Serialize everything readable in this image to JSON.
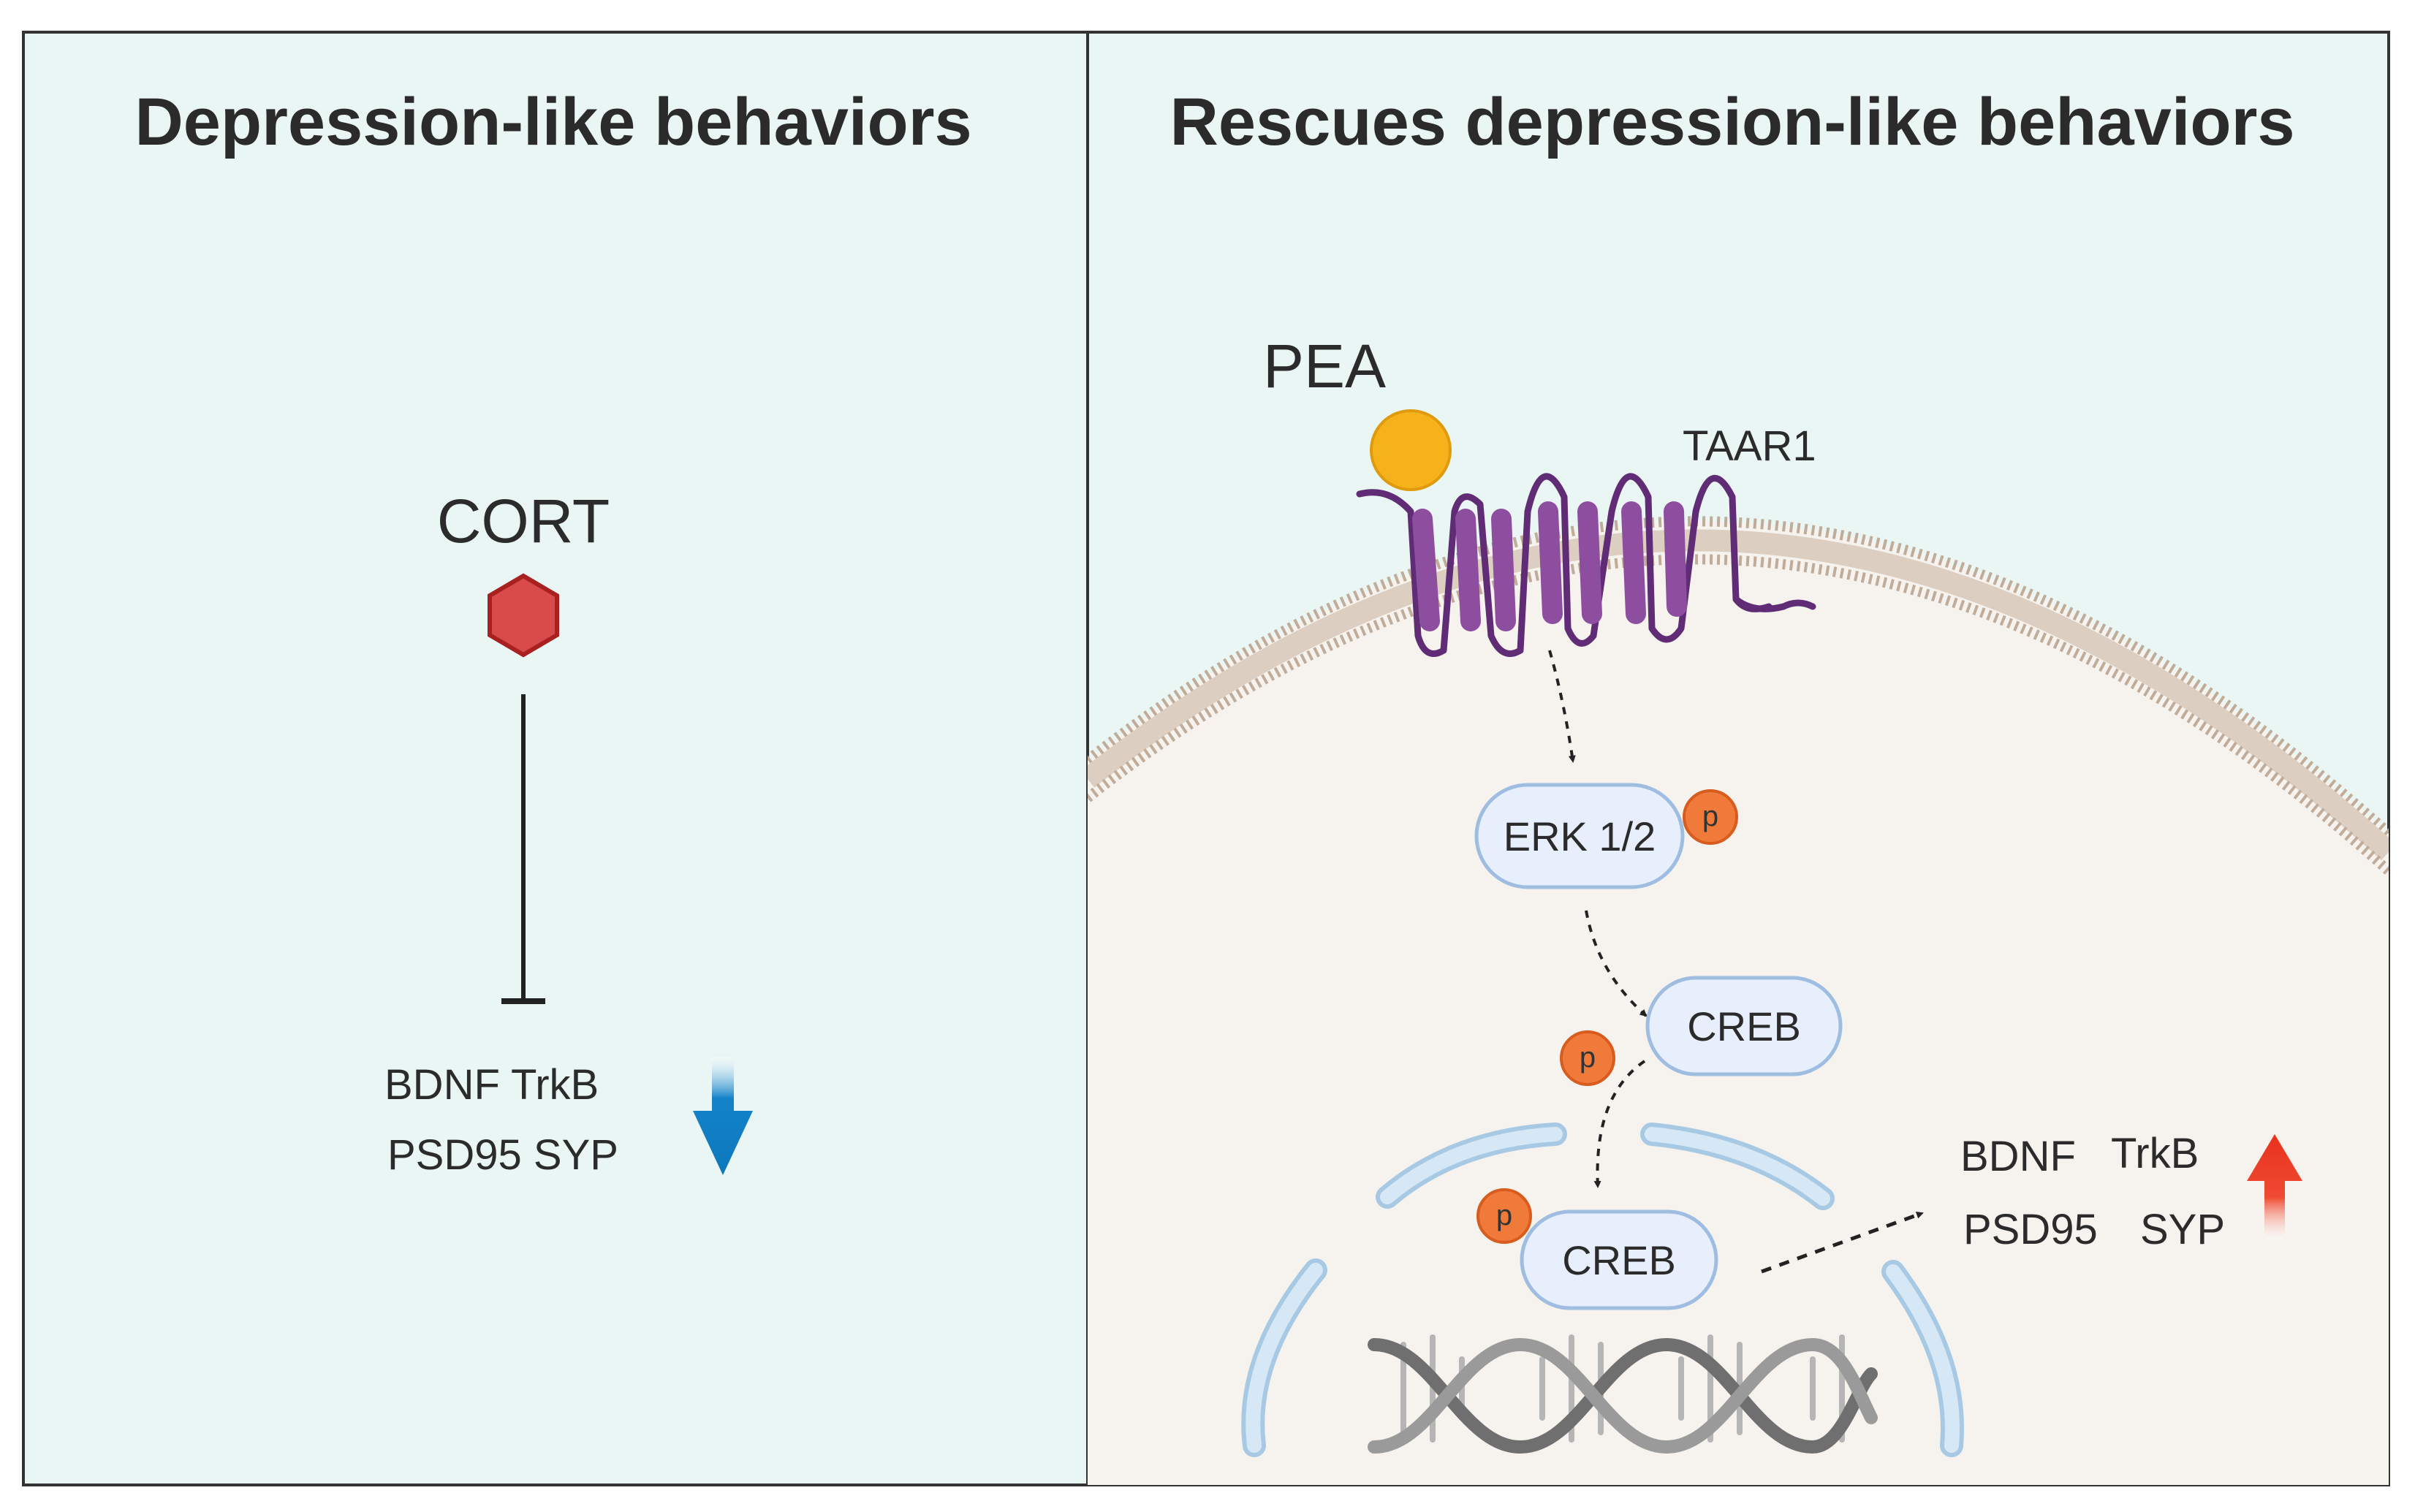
{
  "left_panel": {
    "title": "Depression-like behaviors",
    "ligand": "CORT",
    "targets": {
      "line1": "BDNF TrkB",
      "line2": "PSD95 SYP"
    },
    "arrow_direction": "down"
  },
  "right_panel": {
    "title": "Rescues depression-like behaviors",
    "ligand": "PEA",
    "receptor": "TAAR1",
    "kinase": "ERK 1/2",
    "factor_cytoplasm": "CREB",
    "factor_nucleus": "CREB",
    "phospho": "p",
    "targets": {
      "w1": "BDNF",
      "w2": "TrkB",
      "w3": "PSD95",
      "w4": "SYP"
    },
    "arrow_direction": "up"
  },
  "colors": {
    "panel_bg": "#eaf6f4",
    "cell_bg": "#f6f3ef",
    "border": "#333333",
    "hexagon": "#d94a4a",
    "ligand_ball": "#f5b21b",
    "receptor": "#8e4e9f",
    "pill_fill": "#e6effb",
    "pill_stroke": "#9fbde0",
    "phospho": "#ef7a3a",
    "down_arrow": "#1483c9",
    "up_arrow": "#e8321d",
    "membrane": "#c0ac98",
    "nucleus": "#d6e8f5",
    "nucleus_stroke": "#a8c9e3",
    "dna": "#8d8d8d"
  }
}
